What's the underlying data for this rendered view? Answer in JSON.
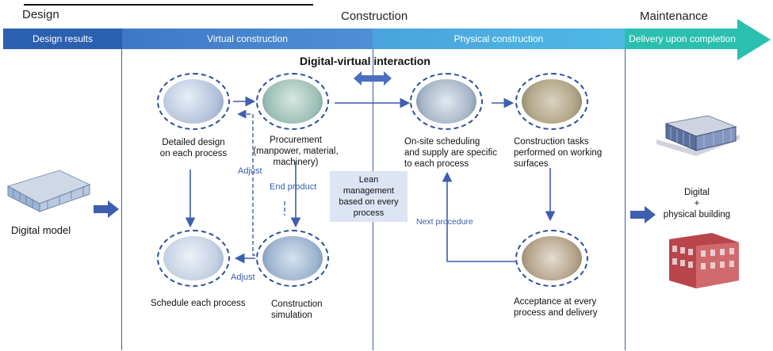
{
  "phases": {
    "design": "Design",
    "construction": "Construction",
    "maintenance": "Maintenance"
  },
  "bands": {
    "design_results": "Design results",
    "virtual_construction": "Virtual construction",
    "physical_construction": "Physical construction",
    "delivery": "Delivery upon completion"
  },
  "title": "Digital-virtual interaction",
  "nodes": {
    "detailed_design": "Detailed design\non each process",
    "procurement": "Procurement\n(manpower, material,\nmachinery)",
    "schedule": "Schedule each process",
    "simulation": "Construction\nsimulation",
    "onsite": "On-site scheduling\nand supply are specific\nto each process",
    "tasks": "Construction tasks\nperformed on working\nsurfaces",
    "acceptance": "Acceptance at every\nprocess and delivery"
  },
  "labels": {
    "adjust_vertical": "Adjust",
    "adjust_horizontal": "Adjust",
    "end_product": "End product",
    "lean": "Lean\nmanagement\nbased on every\nprocess",
    "next_procedure": "Next procedure",
    "digital_model": "Digital model",
    "digital_physical": "Digital\n+\nphysical building"
  },
  "icons": {
    "building_model": "building-3d-model-icon",
    "building_digital": "digital-building-render-icon",
    "building_photo": "physical-building-photo-icon"
  },
  "colors": {
    "band_dark": "#2b5fb0",
    "band_mid": "#4f8fd6",
    "band_light": "#4fb4e3",
    "band_teal": "#2bbfb0",
    "arrow": "#3d5fae"
  }
}
